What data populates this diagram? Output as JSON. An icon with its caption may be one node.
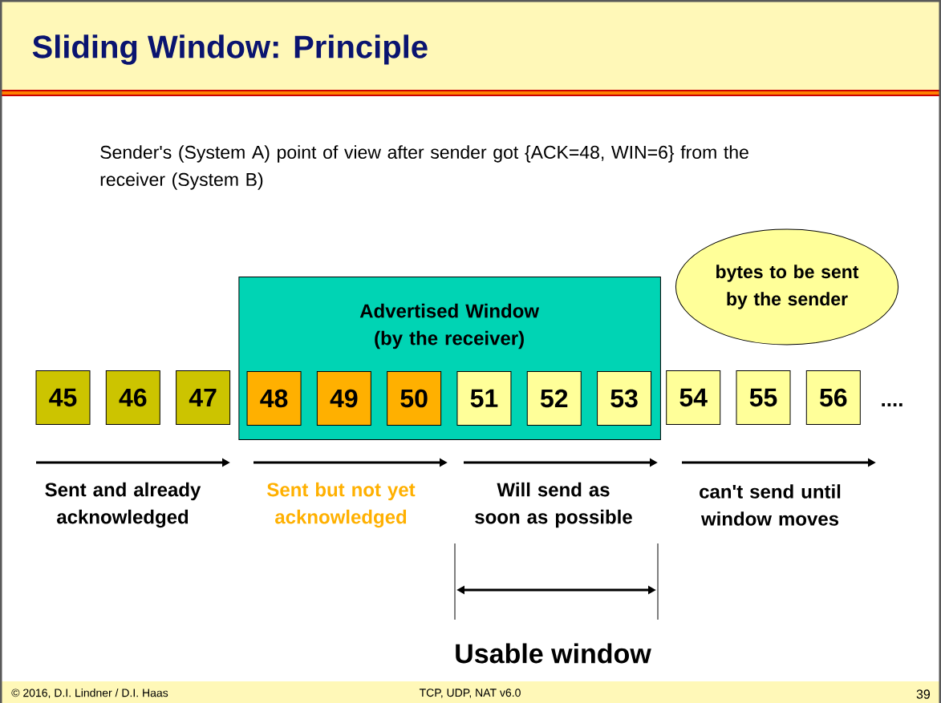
{
  "diagram": {
    "title": "Sliding Window: Principle",
    "nodes": [
      {
        "text": [
          "Advertised Window (by the receiver)"
        ]
      },
      {
        "text": [
          "45"
        ]
      },
      {
        "text": [
          "46"
        ]
      },
      {
        "text": [
          "47"
        ]
      },
      {
        "text": [
          "48"
        ],
        "in": 0
      },
      {
        "text": [
          "49"
        ],
        "in": 0
      },
      {
        "text": [
          "50"
        ],
        "in": 0
      },
      {
        "text": [
          "51"
        ],
        "in": 0
      },
      {
        "text": [
          "52"
        ],
        "in": 0
      },
      {
        "text": [
          "53"
        ],
        "in": 0
      },
      {
        "text": [
          "54"
        ]
      },
      {
        "text": [
          "55"
        ]
      },
      {
        "text": [
          "56"
        ]
      },
      {
        "text": [
          "bytes to be sent by the sender"
        ]
      }
    ],
    "labels": [
      "Sender's (System A) point of view after sender got {ACK=48, WIN=6} from the receiver (System B)",
      "....",
      "Sent and already acknowledged",
      "Sent but not yet acknowledged",
      "Will send as soon as possible",
      "can't send until window moves",
      "Usable window",
      "© 2016, D.I. Lindner / D.I. Haas",
      "TCP, UDP, NAT v6.0",
      "39"
    ]
  }
}
